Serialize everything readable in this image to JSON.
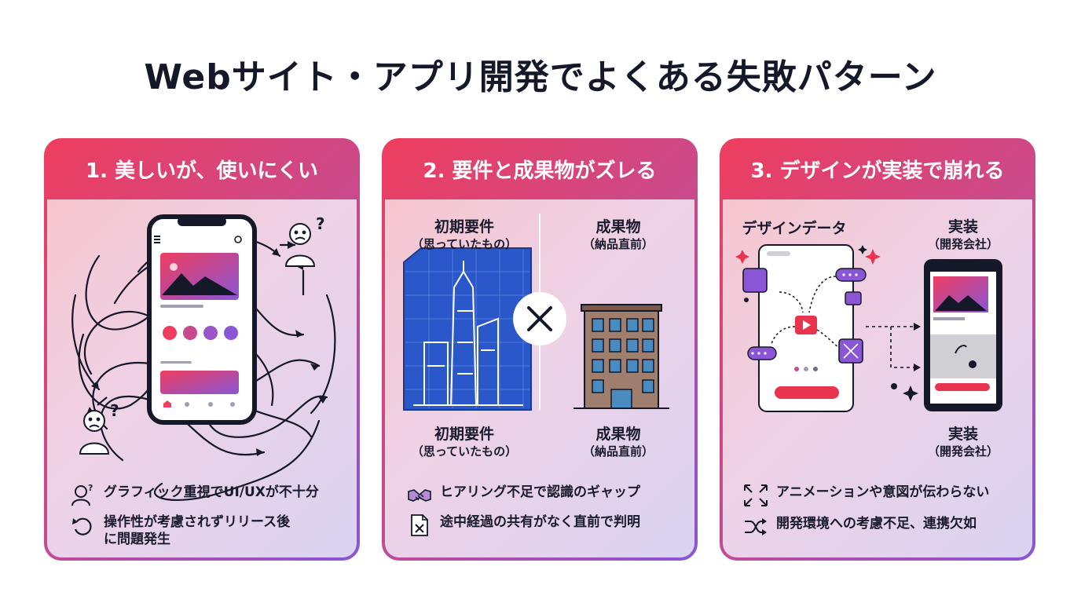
{
  "title": "Webサイト・アプリ開発でよくある失敗パターン",
  "cards": [
    {
      "heading": "1. 美しいが、使いにくい",
      "bullets": [
        {
          "text": "グラフィック重視でUI/UXが不十分",
          "icon": "confused-person-icon"
        },
        {
          "text": "操作性が考慮されずリリース後に問題発生",
          "line1": "操作性が考慮されずリリース後",
          "line2": "に問題発生",
          "icon": "undo-arrow-icon"
        }
      ],
      "illustration": {
        "question_mark": "?"
      }
    },
    {
      "heading": "2. 要件と成果物がズレる",
      "top_left": {
        "main": "初期要件",
        "sub": "（思っていたもの）"
      },
      "top_right": {
        "main": "成果物",
        "sub": "（納品直前）"
      },
      "bottom_left": {
        "main": "初期要件",
        "sub": "（思っていたもの）"
      },
      "bottom_right": {
        "main": "成果物",
        "sub": "（納品直前）"
      },
      "bullets": [
        {
          "text": "ヒアリング不足で認識のギャップ",
          "icon": "handshake-icon"
        },
        {
          "text": "途中経過の共有がなく直前で判明",
          "icon": "document-x-icon"
        }
      ]
    },
    {
      "heading": "3. デザインが実装で崩れる",
      "top_left": {
        "main": "デザインデータ"
      },
      "top_right": {
        "main": "実装",
        "sub": "（開発会社）"
      },
      "bottom_right": {
        "main": "実装",
        "sub": "（開発会社）"
      },
      "bullets": [
        {
          "text": "アニメーションや意図が伝わらない",
          "icon": "expand-arrows-icon"
        },
        {
          "text": "開発環境への考慮不足、連携欠如",
          "icon": "shuffle-icon"
        }
      ]
    }
  ],
  "colors": {
    "accent_red": "#ee3d5e",
    "accent_purple": "#8a56d6",
    "ink": "#1a1a2e"
  }
}
